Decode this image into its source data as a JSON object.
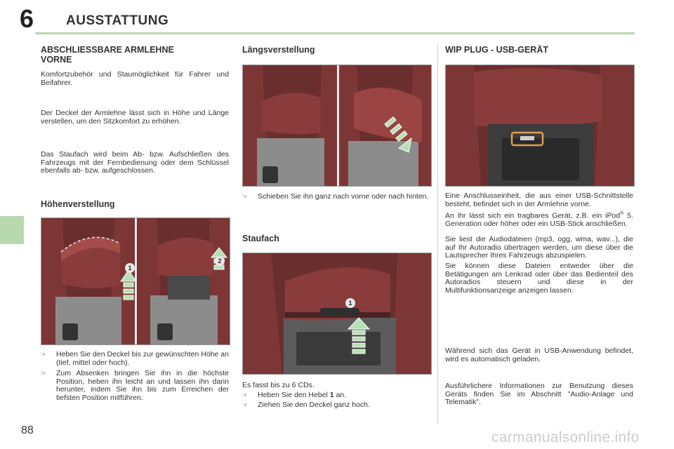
{
  "header": {
    "chapter_number": "6",
    "chapter_title": "AUSSTATTUNG"
  },
  "page_number": "88",
  "watermark": "carmanualsonline.info",
  "col1": {
    "heading": "ABSCHLIESSBARE ARMLEHNE VORNE",
    "intro": "Komfortzubehör und Staumöglichkeit für Fahrer und Beifahrer.",
    "para2": "Der Deckel der Armlehne lässt sich in Höhe und Länge verstellen, um den Sitzkomfort zu erhöhen.",
    "para3": "Das Staufach wird beim Ab- bzw. Aufschließen des Fahrzeugs mit der Fernbedienung oder dem Schlüssel ebenfalls ab- bzw. aufgeschlossen.",
    "subheading": "Höhenverstellung",
    "bullets": [
      "Heben Sie den Deckel bis zur gewünschten Höhe an (tief, mittel oder hoch).",
      "Zum Absenken bringen Sie ihn in die höchste Position, heben ihn leicht an und lassen ihn dann herunter, indem Sie ihn bis zum Erreichen der tiefsten Position mitführen."
    ],
    "image_badges": [
      "1",
      "2"
    ]
  },
  "col2": {
    "heading1": "Längsverstellung",
    "bullet1": "Schieben Sie ihn ganz nach vorne oder nach hinten.",
    "heading2": "Staufach",
    "cd_text": "Es fasst bis zu 6 CDs.",
    "bullet2_pre": "Heben Sie den Hebel ",
    "bullet2_bold": "1",
    "bullet2_post": " an.",
    "bullet3": "Ziehen Sie den Deckel ganz hoch.",
    "image_badge": "1"
  },
  "col3": {
    "heading": "WIP PLUG - USB-GERÄT",
    "para1": "Eine Anschlusseinheit, die aus einer USB-Schnittstelle besteht, befindet sich in der Armlehne vorne.",
    "para2_pre": "An ihr lässt sich ein tragbares Gerät, z.B. ein iPod",
    "para2_sup": "®",
    "para2_post": " 5. Generation oder höher oder ein USB-Stick anschließen.",
    "para3": "Sie liest die Audiodateien (mp3, ogg, wma, wav...), die auf Ihr Autoradio übertragen werden, um diese über die Lautsprecher Ihres Fahrzeugs abzuspielen.",
    "para4": "Sie können diese Dateien entweder über die Betätigungen am Lenkrad oder über das Bedienteil des Autoradios steuern und diese in der Multifunktionsanzeige anzeigen lassen.",
    "para5": "Während sich das Gerät in USB-Anwendung befindet, wird es automatisch geladen.",
    "para6": "Ausführlichere Informationen zur Benutzung dieses Geräts finden Sie im Abschnitt \"Audio-Anlage und Telematik\"."
  },
  "colors": {
    "accent_green": "#b8d9ad",
    "leather": "#7a3434",
    "arrow_green": "#b9dfb4"
  },
  "bullet_marker": "☞"
}
